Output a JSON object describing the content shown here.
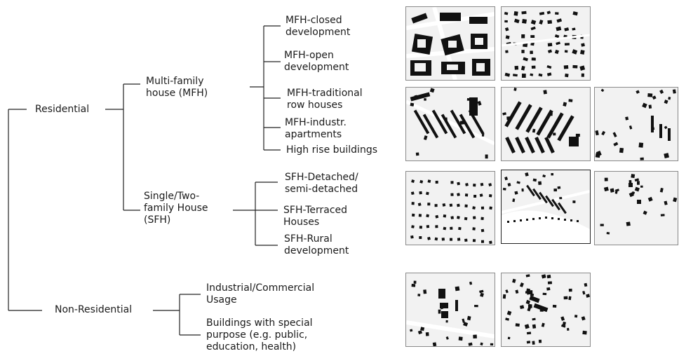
{
  "labels": {
    "residential": "Residential",
    "non_residential": "Non-Residential",
    "mfh": "Multi-family\nhouse (MFH)",
    "sfh": "Single/Two-\nfamily House\n(SFH)",
    "mfh_closed": "MFH-closed\ndevelopment",
    "mfh_open": "MFH-open\ndevelopment",
    "mfh_row": "MFH-traditional\nrow houses",
    "mfh_industr": "MFH-industr.\napartments",
    "high_rise": "High rise buildings",
    "sfh_detached": "SFH-Detached/\nsemi-detached",
    "sfh_terraced": "SFH-Terraced\nHouses",
    "sfh_rural": "SFH-Rural\ndevelopment",
    "industrial": "Industrial/Commercial\nUsage",
    "special": "Buildings with special\npurpose (e.g. public,\neducation, health)"
  },
  "tiles": [
    {
      "name": "map-tile-mfh-closed",
      "pattern": "blocks"
    },
    {
      "name": "map-tile-mfh-open",
      "pattern": "grid"
    },
    {
      "name": "map-tile-mfh-row",
      "pattern": "rows"
    },
    {
      "name": "map-tile-mfh-industrial",
      "pattern": "slabs"
    },
    {
      "name": "map-tile-high-rise",
      "pattern": "sparse"
    },
    {
      "name": "map-tile-sfh-detached",
      "pattern": "dots"
    },
    {
      "name": "map-tile-sfh-terraced",
      "pattern": "terraced"
    },
    {
      "name": "map-tile-sfh-rural",
      "pattern": "rural"
    },
    {
      "name": "map-tile-industrial",
      "pattern": "industrial"
    },
    {
      "name": "map-tile-special",
      "pattern": "special"
    }
  ],
  "colors": {
    "building": "#111111",
    "ground": "#f2f2f2",
    "line": "#222222"
  }
}
